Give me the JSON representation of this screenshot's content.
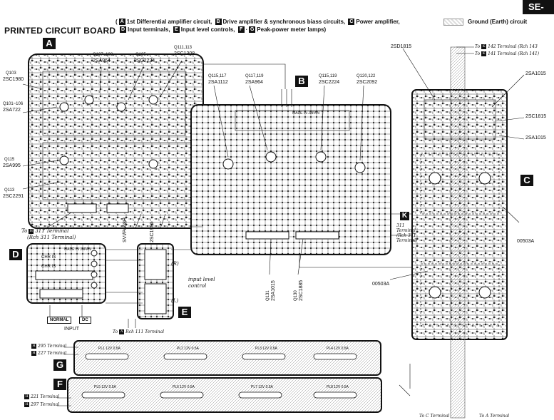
{
  "header": {
    "title": "PRINTED CIRCUIT BOARD",
    "legend_line1": [
      "1st Differential amplifier circuit,",
      "Drive amplifier & synchronous biass circuits,",
      "Power amplifier,"
    ],
    "legend_line2": [
      "Input terminals,",
      "Input level controls,",
      "Peak-power meter lamps)"
    ],
    "legend_keys_line1": [
      "A",
      "B",
      "C"
    ],
    "legend_keys_line2": [
      "D",
      "E",
      "F",
      "G"
    ],
    "legend_joiner": "·",
    "ground_legend": "Ground (Earth) circuit",
    "model_badge": "SE-"
  },
  "sections": {
    "A": "A",
    "B": "B",
    "C": "C",
    "D": "D",
    "E": "E",
    "F": "F",
    "G": "G",
    "K": "K"
  },
  "board_a": {
    "transistors": [
      "2SA964",
      "2SC2224",
      "2SC1308",
      "2SC1980",
      "2SA722",
      "2SA995",
      "2SC2291"
    ],
    "refs": [
      "Q107~108",
      "Q105",
      "Q111,113",
      "Q103",
      "Q101~106",
      "Q115",
      "Q113"
    ],
    "bottom_parts": [
      "SVI/PA68H",
      "2SC1980"
    ],
    "terminal_note": "To",
    "terminal_key": "H",
    "terminal_text1": "311 Terminal",
    "terminal_text2": "(Rch 311 Terminal)"
  },
  "board_b": {
    "top_parts": [
      "2SA1112",
      "2SA964",
      "2SC2224",
      "2SC2092"
    ],
    "top_refs": [
      "Q115,117",
      "Q117,119",
      "Q115,119",
      "Q120,122"
    ],
    "made_in": "MADE IN JAPAN",
    "bottom_parts": [
      "2SA1015",
      "2SC1885"
    ],
    "bottom_refs": [
      "Q131",
      "Q130"
    ]
  },
  "board_c": {
    "parts": [
      "2SD1815",
      "2SA1015",
      "2SC1815",
      "2SA1015",
      "00503A",
      "00503A"
    ],
    "terminal_key": "K",
    "terminal_lines": [
      "311",
      "Terminal",
      "(Rch 311",
      "Terminal)"
    ],
    "top_terminals": [
      "To",
      "To"
    ],
    "top_terminal_texts": [
      "142 Terminal (Rch 143",
      "141 Terminal (Rch 141)"
    ],
    "top_terminal_keys": [
      "K",
      "K"
    ],
    "bottom_terminals": [
      "To C Terminal",
      "To A Terminal"
    ]
  },
  "board_d": {
    "made_in": "MADE IN JAPAN",
    "labels": [
      "CHR IS",
      "CHR IS"
    ],
    "switch_labels": [
      "NORMAL",
      "DC"
    ],
    "input_caption": "INPUT"
  },
  "board_e": {
    "channels": [
      "(R)",
      "(L)"
    ],
    "caption": "input level control",
    "bottom_note": "To",
    "bottom_key": "A",
    "bottom_text": "Rch 111 Terminal"
  },
  "board_g": {
    "terminals": [
      "295 Terminal",
      "227 Terminal"
    ],
    "lamps": [
      "PL1 12V 0.5A",
      "PL2 12V 0.5A",
      "PL3 12V 0.5A",
      "PL4 12V 0.5A"
    ]
  },
  "board_f": {
    "terminals": [
      "221 Terminal",
      "297 Terminal"
    ],
    "lamps": [
      "PL5 12V 0.5A",
      "PL6 12V 0.5A",
      "PL7 12V 0.5A",
      "PL8 12V 0.5A"
    ]
  },
  "colors": {
    "ink": "#111111",
    "paper": "#ffffff",
    "trace": "#555555",
    "pad": "#222222"
  }
}
